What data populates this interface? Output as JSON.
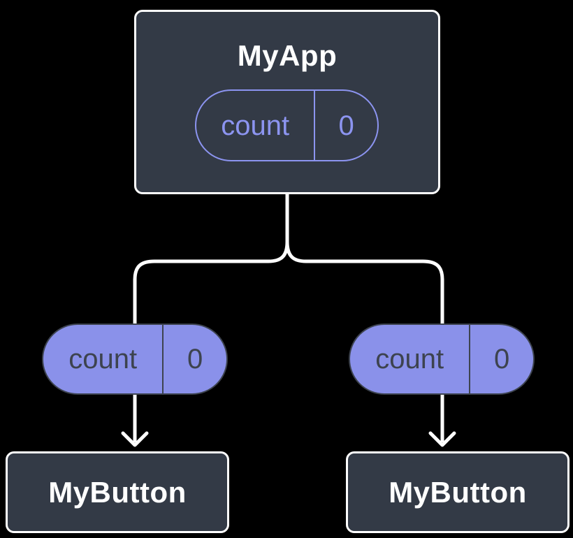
{
  "colors": {
    "page-bg": "#000000",
    "node-fill": "#333a46",
    "node-border": "#ffffff",
    "node-text": "#ffffff",
    "connector": "#ffffff",
    "pill-purple": "#8a91ea",
    "pill-outline": "#8c94f0",
    "pill-dark": "#3d434f"
  },
  "root_node": {
    "title": "MyApp",
    "state_pill": {
      "name": "count",
      "value": "0"
    }
  },
  "left_branch": {
    "prop_pill": {
      "name": "count",
      "value": "0"
    },
    "node": {
      "title": "MyButton"
    }
  },
  "right_branch": {
    "prop_pill": {
      "name": "count",
      "value": "0"
    },
    "node": {
      "title": "MyButton"
    }
  }
}
